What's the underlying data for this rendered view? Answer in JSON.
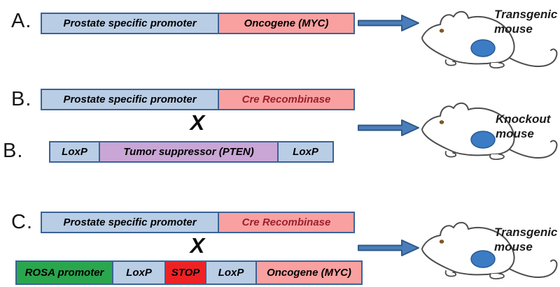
{
  "colors": {
    "light_blue": "#b9cde5",
    "pink": "#f9a0a0",
    "purple": "#c9a6d6",
    "green": "#2aa64e",
    "red": "#ee2224",
    "box_border": "#3a6398",
    "arrow_fill": "#4a7ebb",
    "arrow_border": "#2f5886",
    "cre_text": "#9c1f2e",
    "tumor_fill": "#3b7cc4",
    "tumor_border": "#2a5a94",
    "mouse_outline": "#4d4d4d",
    "eye_fill": "#8a5a1e"
  },
  "sections": {
    "a": {
      "label": "A.",
      "construct": {
        "promoter": "Prostate specific promoter",
        "gene": "Oncogene (MYC)"
      },
      "caption": {
        "line1": "Transgenic",
        "line2": "mouse"
      }
    },
    "b": {
      "label_top": "B.",
      "label_bottom": "B.",
      "construct_top": {
        "promoter": "Prostate specific promoter",
        "gene": "Cre Recombinase"
      },
      "cross": "X",
      "construct_bottom": {
        "loxp_left": "LoxP",
        "gene": "Tumor suppressor (PTEN)",
        "loxp_right": "LoxP"
      },
      "caption": {
        "line1": "Knockout",
        "line2": "mouse"
      }
    },
    "c": {
      "label": "C.",
      "construct_top": {
        "promoter": "Prostate specific promoter",
        "gene": "Cre Recombinase"
      },
      "cross": "X",
      "construct_bottom": {
        "promoter": "ROSA promoter",
        "loxp_left": "LoxP",
        "stop": "STOP",
        "loxp_right": "LoxP",
        "gene": "Oncogene (MYC)"
      },
      "caption": {
        "line1": "Transgenic",
        "line2": "mouse"
      }
    }
  }
}
